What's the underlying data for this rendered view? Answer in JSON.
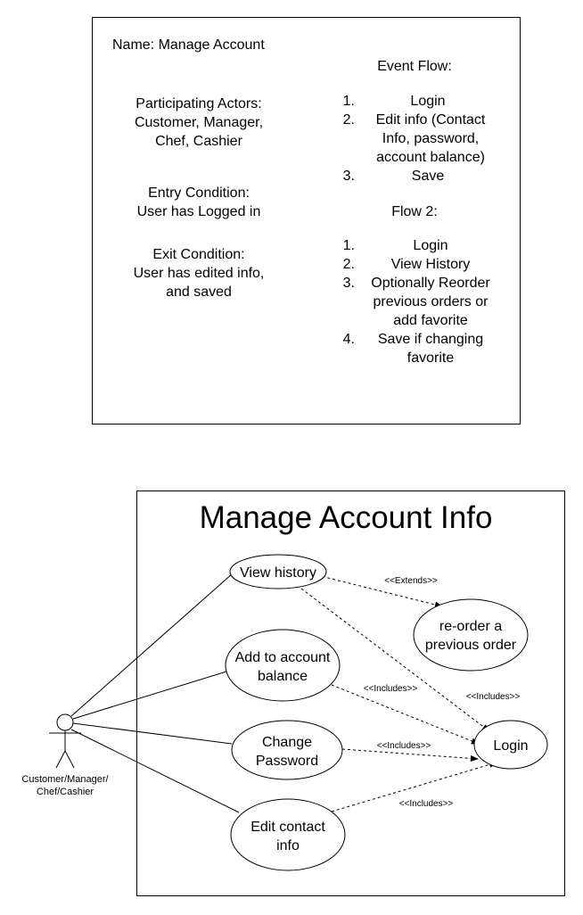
{
  "spec": {
    "name": "Name: Manage Account",
    "participating_actors": [
      "Participating Actors:",
      "Customer, Manager,",
      "Chef, Cashier"
    ],
    "entry_condition": [
      "Entry Condition:",
      "User has Logged in"
    ],
    "exit_condition": [
      "Exit Condition:",
      "User has edited info,",
      "and saved"
    ],
    "event_flow_title": "Event Flow:",
    "event_flow": [
      {
        "num": "1.",
        "lines": [
          "Login"
        ]
      },
      {
        "num": "2.",
        "lines": [
          "Edit info (Contact",
          "Info, password,",
          "account balance)"
        ]
      },
      {
        "num": "3.",
        "lines": [
          "Save"
        ]
      }
    ],
    "flow2_title": "Flow 2:",
    "flow2": [
      {
        "num": "1.",
        "lines": [
          "Login"
        ]
      },
      {
        "num": "2.",
        "lines": [
          "View History"
        ]
      },
      {
        "num": "3.",
        "lines": [
          "Optionally Reorder",
          "previous orders or",
          "add favorite"
        ]
      },
      {
        "num": "4.",
        "lines": [
          "Save if changing",
          "favorite"
        ]
      }
    ]
  },
  "diagram": {
    "title": "Manage Account Info",
    "actor_label": [
      "Customer/Manager/",
      "Chef/Cashier"
    ],
    "use_cases": {
      "view_history": [
        "View history"
      ],
      "reorder": [
        "re-order a",
        "previous order"
      ],
      "add_balance": [
        "Add to account",
        "balance"
      ],
      "change_password": [
        "Change",
        "Password"
      ],
      "edit_contact": [
        "Edit contact",
        "info"
      ],
      "login": [
        "Login"
      ]
    },
    "relations": {
      "extends": "<<Extends>>",
      "includes_history": "<<Includes>>",
      "includes_balance": "<<Includes>>",
      "includes_password": "<<Includes>>",
      "includes_contact": "<<Includes>>"
    }
  }
}
